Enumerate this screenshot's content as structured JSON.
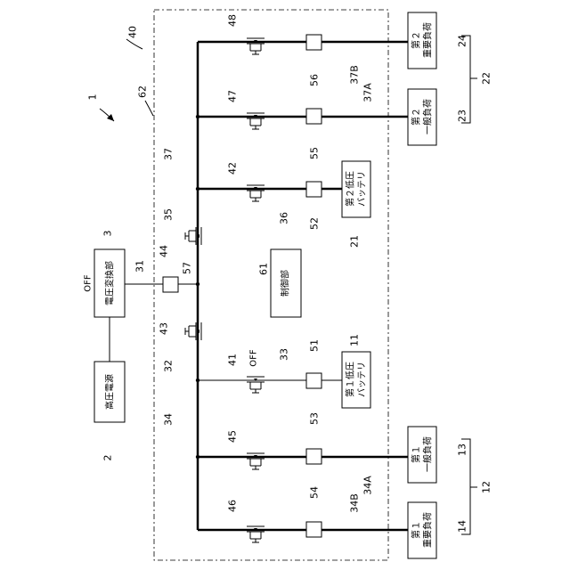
{
  "references": {
    "r1": "1",
    "r2": "2",
    "r3": "3",
    "r11": "11",
    "r12": "12",
    "r13": "13",
    "r14": "14",
    "r21": "21",
    "r22": "22",
    "r23": "23",
    "r24": "24",
    "r31": "31",
    "r32": "32",
    "r33": "33",
    "r34": "34",
    "r34A": "34A",
    "r34B": "34B",
    "r35": "35",
    "r36": "36",
    "r37": "37",
    "r37A": "37A",
    "r37B": "37B",
    "r40": "40",
    "r41": "41",
    "r42": "42",
    "r43": "43",
    "r44": "44",
    "r45": "45",
    "r46": "46",
    "r47": "47",
    "r48": "48",
    "r51": "51",
    "r52": "52",
    "r53": "53",
    "r54": "54",
    "r55": "55",
    "r56": "56",
    "r57": "57",
    "r61": "61",
    "r62": "62"
  },
  "labels": {
    "off_converter": "OFF",
    "off_switch41": "OFF",
    "high_voltage_source": "高圧電源",
    "voltage_converter": "電圧変換部",
    "control_unit": "制御部",
    "battery1": [
      "第１低圧",
      "バッテリ"
    ],
    "battery2": [
      "第２低圧",
      "バッテリ"
    ],
    "load13": [
      "第１",
      "一般負荷"
    ],
    "load14": [
      "第１",
      "重要負荷"
    ],
    "load23": [
      "第２",
      "一般負荷"
    ],
    "load24": [
      "第２",
      "重要負荷"
    ]
  }
}
